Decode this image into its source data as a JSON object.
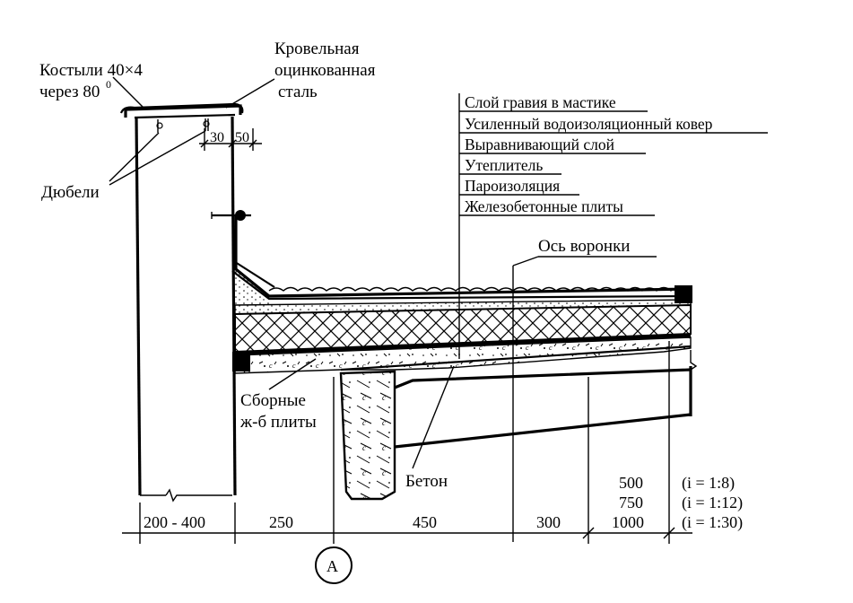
{
  "labels": {
    "crutches_line1": "Костыли 40×4",
    "crutches_line2": "через 80",
    "crutches_degree": "0",
    "roof_steel_line1": "Кровельная",
    "roof_steel_line2": "оцинкованная",
    "roof_steel_line3": "сталь",
    "dowels": "Дюбели",
    "precast_line1": "Сборные",
    "precast_line2": "ж-б плиты",
    "concrete": "Бетон",
    "funnel_axis": "Ось воронки",
    "axis_marker": "А"
  },
  "layers": [
    "Слой гравия в мастике",
    "Усиленный водоизоляционный ковер",
    "Выравнивающий слой",
    "Утеплитель",
    "Пароизоляция",
    "Железобетонные плиты"
  ],
  "dimensions": {
    "small_left": "30",
    "small_right": "50",
    "d1": "200 - 400",
    "d2": "250",
    "d3": "450",
    "d4": "300",
    "last_values": [
      "500",
      "750",
      "1000"
    ],
    "slopes": [
      "(i = 1:8)",
      "(i = 1:12)",
      "(i = 1:30)"
    ]
  }
}
